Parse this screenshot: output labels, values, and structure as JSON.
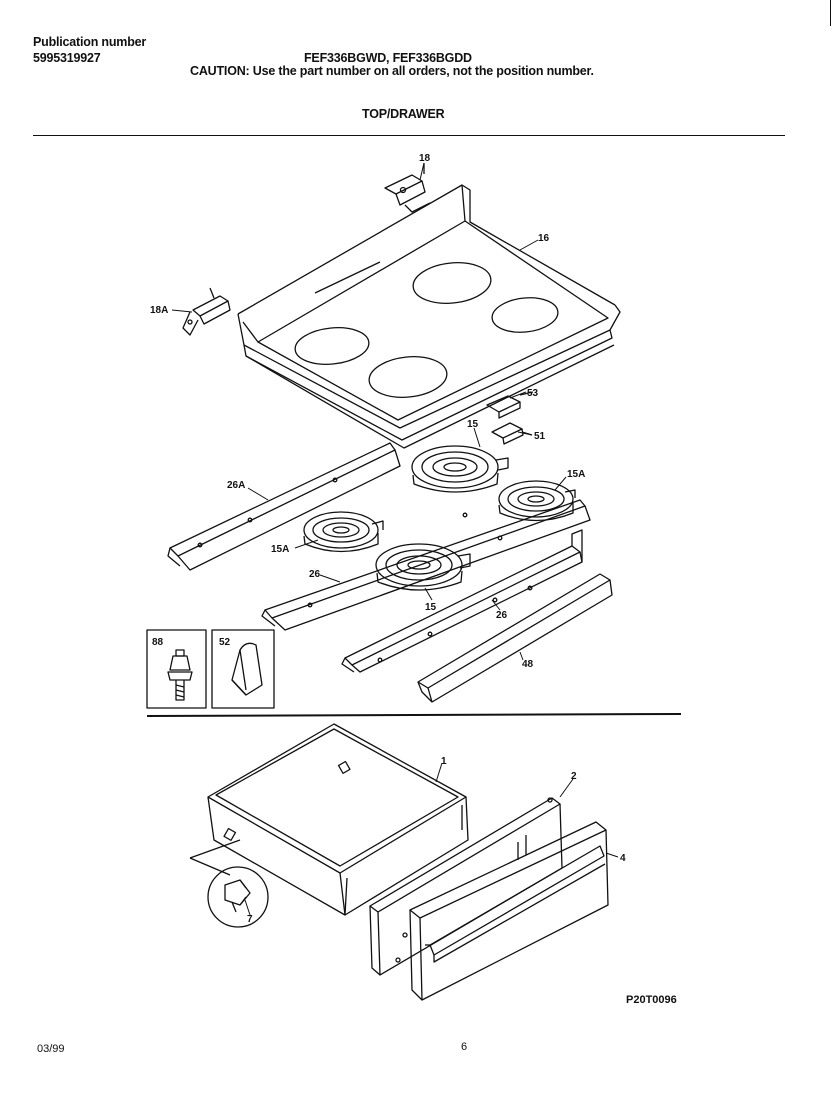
{
  "header": {
    "publication_label": "Publication number",
    "publication_number": "5995319927",
    "models": "FEF336BGWD, FEF336BGDD",
    "caution": "CAUTION:  Use the part number on all orders, not the position number.",
    "section_title": "TOP/DRAWER"
  },
  "callouts": {
    "p18": "18",
    "p18A": "18A",
    "p16": "16",
    "p53": "53",
    "p15_top": "15",
    "p51": "51",
    "p15A_right": "15A",
    "p26A": "26A",
    "p15A_left": "15A",
    "p26_left": "26",
    "p15_bottom": "15",
    "p26_right": "26",
    "p48": "48",
    "p1": "1",
    "p2": "2",
    "p4": "4",
    "p7": "7"
  },
  "inset_boxes": [
    {
      "label": "88"
    },
    {
      "label": "52"
    }
  ],
  "diagram_code": "P20T0096",
  "footer": {
    "date": "03/99",
    "page": "6"
  }
}
